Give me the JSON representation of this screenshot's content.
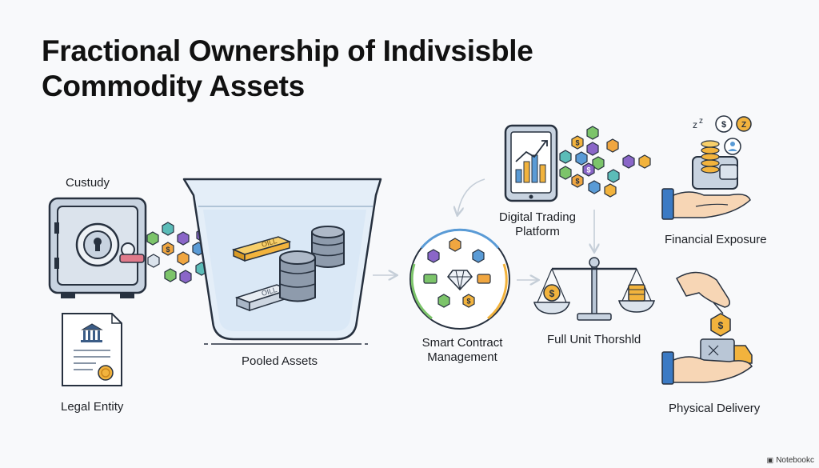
{
  "title": {
    "line1": "Fractional Ownership of Indivsisble",
    "line2": "Commodity Assets"
  },
  "labels": {
    "custody": "Custudy",
    "legal_entity": "Legal Entity",
    "pooled_assets": "Pooled Assets",
    "smart_contract_line1": "Smart Contract",
    "smart_contract_line2": "Management",
    "digital_trading_line1": "Digital Trading",
    "digital_trading_line2": "Platform",
    "full_unit": "Full Unit Thorshld",
    "financial_exposure": "Financial Exposure",
    "physical_delivery": "Physical Delivery"
  },
  "bar_text": {
    "gold_bar": "OILL",
    "silver_bar": "OILL"
  },
  "icon_glyphs": {
    "dollar": "$",
    "zz": "z",
    "z_coin": "Z"
  },
  "watermark": "Notebookc",
  "colors": {
    "outline": "#27313f",
    "steel": "#b9c6d6",
    "water": "#d9e8f6",
    "gold": "#f2b33d",
    "green": "#7cc46a",
    "teal": "#5bbcb8",
    "purple": "#8a66c8",
    "blue": "#5a9bd6",
    "orange": "#f0a640",
    "arrow": "#c5ced8"
  }
}
